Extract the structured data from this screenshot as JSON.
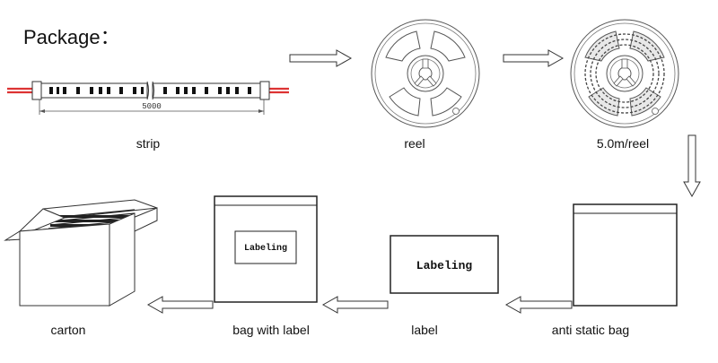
{
  "title": "Package：",
  "strip": {
    "caption": "strip",
    "dimension": "5000"
  },
  "reel": {
    "caption": "reel"
  },
  "reel_loaded": {
    "caption": "5.0m/reel"
  },
  "anti_static_bag": {
    "caption": "anti static bag"
  },
  "label": {
    "caption": "label",
    "text": "Labeling"
  },
  "bag_with_label": {
    "caption": "bag with label",
    "text": "Labeling"
  },
  "carton": {
    "caption": "carton"
  }
}
